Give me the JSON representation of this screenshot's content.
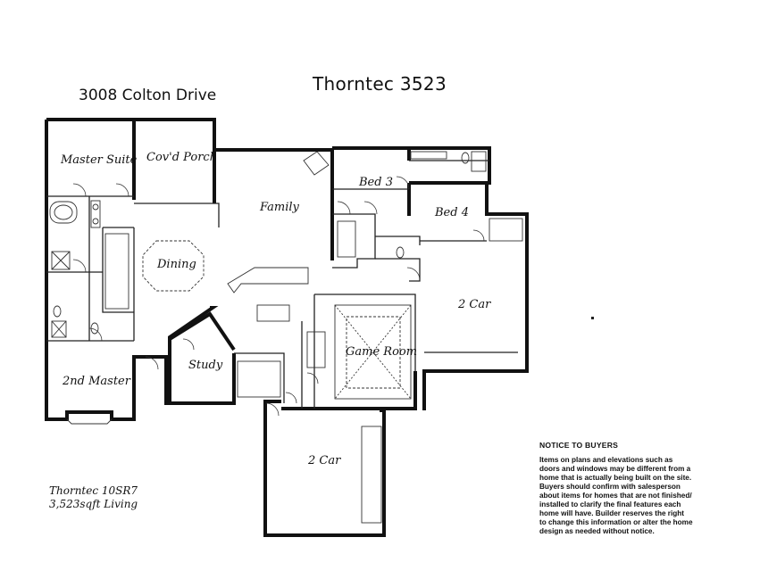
{
  "title": "Thorntec 3523",
  "address": "3008 Colton Drive",
  "rooms": {
    "master_suite": "Master Suite",
    "covd_porch": "Cov'd Porch",
    "family": "Family",
    "bed3": "Bed 3",
    "bed4": "Bed 4",
    "dining": "Dining",
    "two_car_right": "2 Car",
    "game_room": "Game Room",
    "study": "Study",
    "second_master": "2nd Master",
    "two_car_bottom": "2 Car"
  },
  "model": {
    "name": "Thorntec 10SR7",
    "living": "3,523sqft Living"
  },
  "notice": {
    "heading": "NOTICE TO BUYERS",
    "body": "Items on plans and elevations such as\ndoors and windows may be different from a\nhome that is actually being built on the site.\nBuyers should confirm with salesperson\nabout items for homes that are not finished/\ninstalled to clarify the final features each\nhome will have.  Builder reserves the right\nto change this information or alter the home\ndesign as needed without notice."
  }
}
